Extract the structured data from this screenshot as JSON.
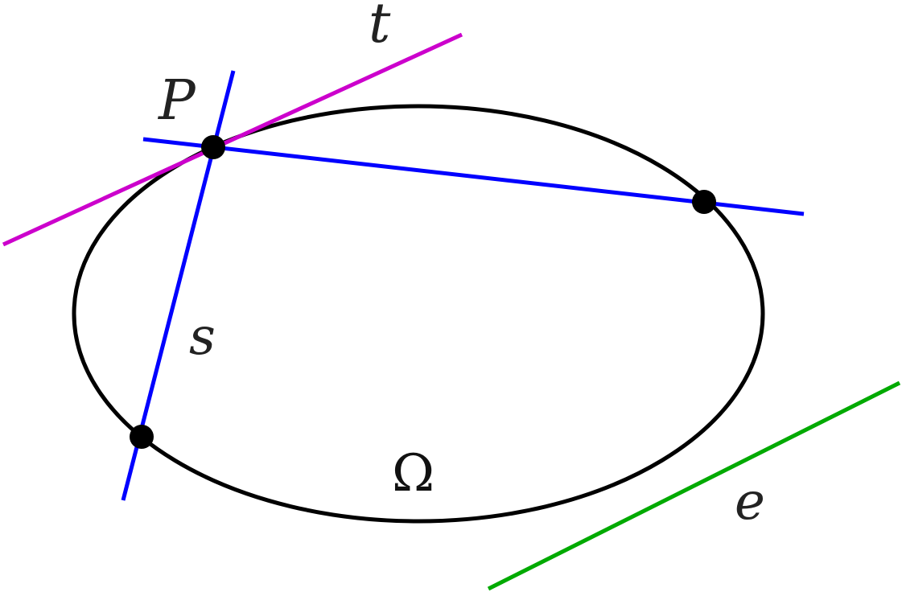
{
  "labels": {
    "point": "P",
    "tangent": "t",
    "secant": "s",
    "conic": "Ω",
    "exterior_line": "e"
  },
  "colors": {
    "background": "#ffffff",
    "conic": "#000000",
    "secant": "#0000ff",
    "tangent": "#cc00cc",
    "exterior_line": "#00aa00",
    "point": "#000000"
  }
}
